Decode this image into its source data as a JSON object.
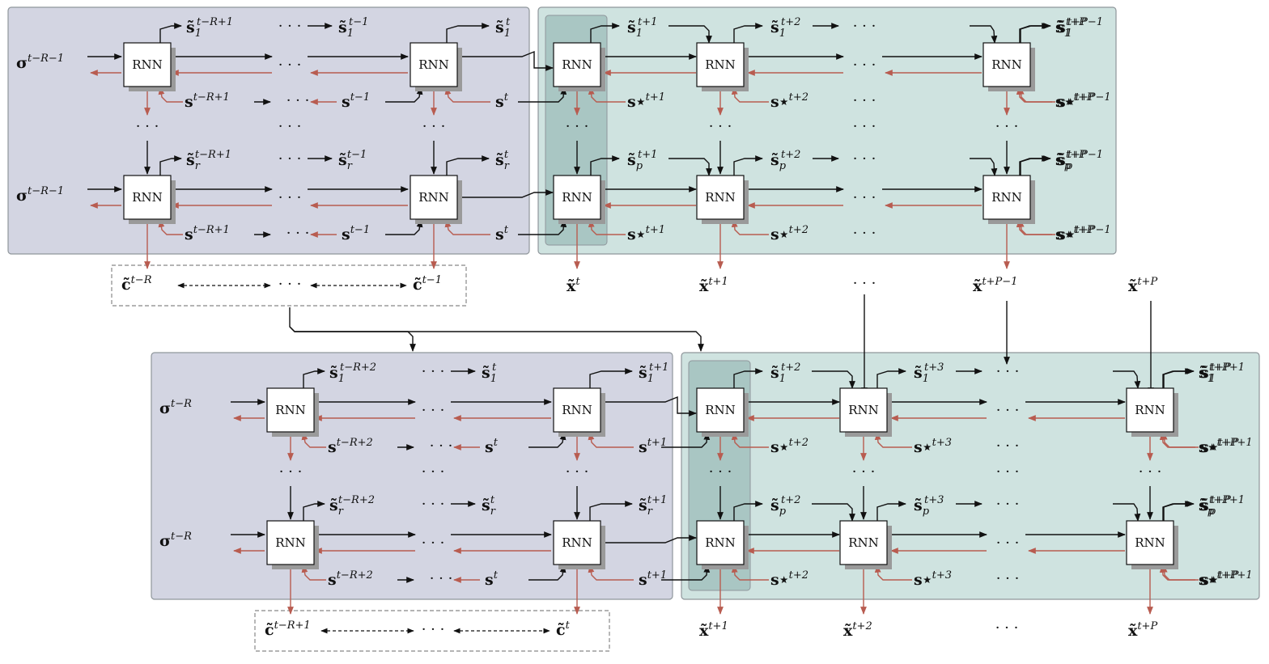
{
  "colors": {
    "encoder_bg": "#d3d5e2",
    "decoder_bg": "#cfe3e0",
    "highlight_bg": "#a9c6c3",
    "panel_border": "#8f969b",
    "forward_arrow": "#111111",
    "backward_arrow": "#b85c50",
    "dashed_box": "#888888"
  },
  "rnn_label": "RNN",
  "dots": "· · ·",
  "top": {
    "enc_in": {
      "base": "σ",
      "sup": "t−R−1"
    },
    "enc_out_1": {
      "base": "s̃",
      "sub": "1",
      "sup": "t−R+1"
    },
    "enc_out_1b": {
      "base": "s̃",
      "sub": "1",
      "sup": "t−1"
    },
    "enc_out_1c": {
      "base": "s̃",
      "sub": "1",
      "sup": "t"
    },
    "enc_out_r": {
      "base": "s̃",
      "sub": "r",
      "sup": "t−R+1"
    },
    "enc_out_rb": {
      "base": "s̃",
      "sub": "r",
      "sup": "t−1"
    },
    "enc_out_rc": {
      "base": "s̃",
      "sub": "r",
      "sup": "t"
    },
    "enc_s_a": {
      "base": "s",
      "sup": "t−R+1"
    },
    "enc_s_b": {
      "base": "s",
      "sup": "t−1"
    },
    "enc_s_c": {
      "base": "s",
      "sup": "t"
    },
    "dec_out_1": [
      {
        "base": "s̃",
        "sub": "1",
        "sup": "t+1"
      },
      {
        "base": "s̃",
        "sub": "1",
        "sup": "t+2"
      },
      {
        "base": "s̃",
        "sub": "1",
        "sup": "t+P−1"
      },
      {
        "base": "s̃",
        "sub": "1",
        "sup": "t+P"
      }
    ],
    "dec_out_p": [
      {
        "base": "s̃",
        "sub": "p",
        "sup": "t+1"
      },
      {
        "base": "s̃",
        "sub": "p",
        "sup": "t+2"
      },
      {
        "base": "s̃",
        "sub": "p",
        "sup": "t+P−1"
      },
      {
        "base": "s̃",
        "sub": "p",
        "sup": "t+P"
      }
    ],
    "dec_star": [
      {
        "base": "s⋆",
        "sup": "t+1"
      },
      {
        "base": "s⋆",
        "sup": "t+2"
      },
      {
        "base": "s⋆",
        "sup": "t+P−1"
      },
      {
        "base": "s⋆",
        "sup": "t+P"
      }
    ],
    "c_labels": [
      {
        "base": "c̃",
        "sup": "t−R"
      },
      {
        "base": "c̃",
        "sup": "t−1"
      }
    ],
    "x_labels": [
      {
        "base": "x̃",
        "sup": "t"
      },
      {
        "base": "x̃",
        "sup": "t+1"
      },
      {
        "base": "x̃",
        "sup": "t+P−1"
      },
      {
        "base": "x̃",
        "sup": "t+P"
      }
    ]
  },
  "bottom": {
    "enc_in": {
      "base": "σ",
      "sup": "t−R"
    },
    "enc_out_1": {
      "base": "s̃",
      "sub": "1",
      "sup": "t−R+2"
    },
    "enc_out_1b": {
      "base": "s̃",
      "sub": "1",
      "sup": "t"
    },
    "enc_out_1c": {
      "base": "s̃",
      "sub": "1",
      "sup": "t+1"
    },
    "enc_out_r": {
      "base": "s̃",
      "sub": "r",
      "sup": "t−R+2"
    },
    "enc_out_rb": {
      "base": "s̃",
      "sub": "r",
      "sup": "t"
    },
    "enc_out_rc": {
      "base": "s̃",
      "sub": "r",
      "sup": "t+1"
    },
    "enc_s_a": {
      "base": "s",
      "sup": "t−R+2"
    },
    "enc_s_b": {
      "base": "s",
      "sup": "t"
    },
    "enc_s_c": {
      "base": "s",
      "sup": "t+1"
    },
    "dec_out_1": [
      {
        "base": "s̃",
        "sub": "1",
        "sup": "t+2"
      },
      {
        "base": "s̃",
        "sub": "1",
        "sup": "t+3"
      },
      {
        "base": "s̃",
        "sub": "1",
        "sup": "t+P"
      },
      {
        "base": "s̃",
        "sub": "1",
        "sup": "t+P+1"
      }
    ],
    "dec_out_p": [
      {
        "base": "s̃",
        "sub": "p",
        "sup": "t+2"
      },
      {
        "base": "s̃",
        "sub": "p",
        "sup": "t+3"
      },
      {
        "base": "s̃",
        "sub": "p",
        "sup": "t+P"
      },
      {
        "base": "s̃",
        "sub": "p",
        "sup": "t+P+1"
      }
    ],
    "dec_star": [
      {
        "base": "s⋆",
        "sup": "t+2"
      },
      {
        "base": "s⋆",
        "sup": "t+3"
      },
      {
        "base": "s⋆",
        "sup": "t+P"
      },
      {
        "base": "s⋆",
        "sup": "t+P+1"
      }
    ],
    "c_labels": [
      {
        "base": "c̃",
        "sup": "t−R+1"
      },
      {
        "base": "c̃",
        "sup": "t"
      }
    ],
    "x_labels": [
      {
        "base": "x̃",
        "sup": "t+1"
      },
      {
        "base": "x̃",
        "sup": "t+2"
      },
      {
        "base": "x̃",
        "sup": "t+P"
      }
    ]
  }
}
